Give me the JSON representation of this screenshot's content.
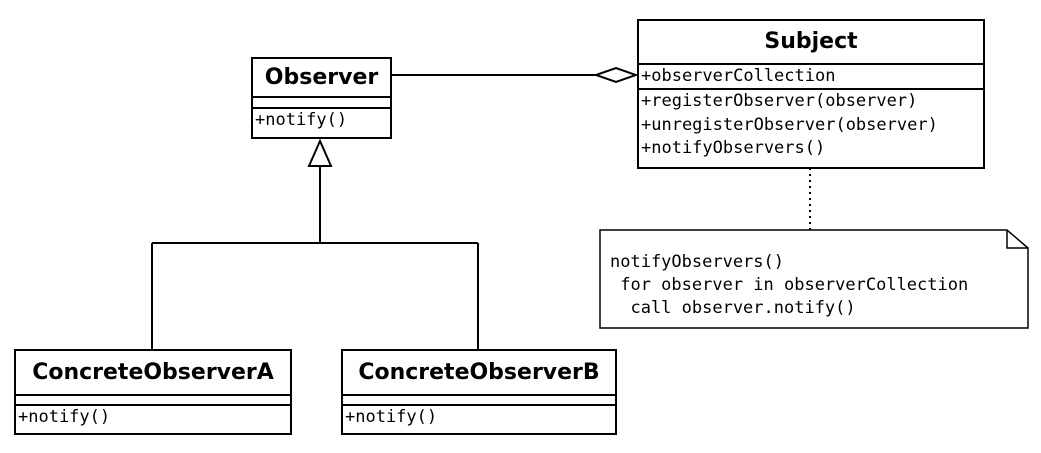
{
  "diagram": {
    "observer": {
      "name": "Observer",
      "method": "+notify()"
    },
    "subject": {
      "name": "Subject",
      "attribute": "+observerCollection",
      "methods": [
        "+registerObserver(observer)",
        "+unregisterObserver(observer)",
        "+notifyObservers()"
      ]
    },
    "concrete_a": {
      "name": "ConcreteObserverA",
      "method": "+notify()"
    },
    "concrete_b": {
      "name": "ConcreteObserverB",
      "method": "+notify()"
    },
    "note": {
      "lines": [
        "notifyObservers()",
        " for observer in observerCollection",
        "  call observer.notify()"
      ]
    }
  }
}
